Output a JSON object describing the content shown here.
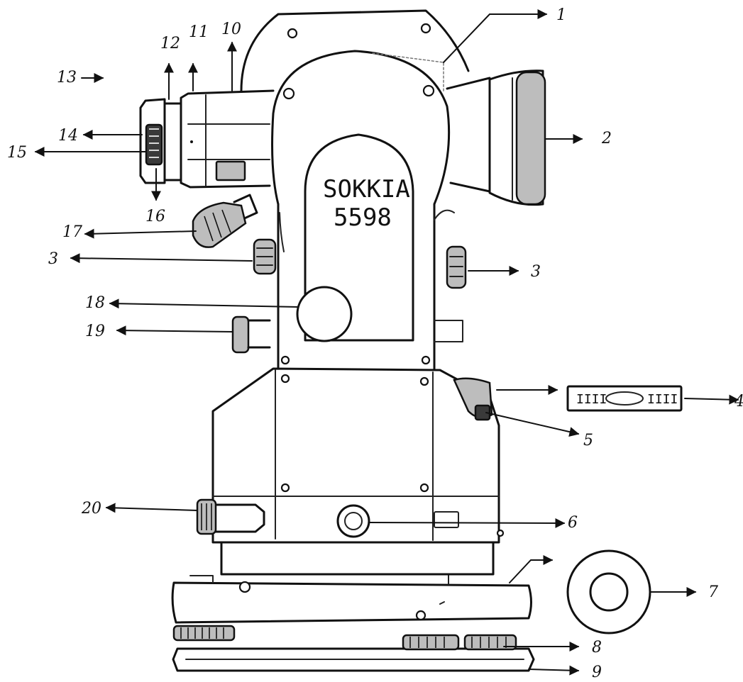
{
  "brand": {
    "name": "SOKKIA",
    "model": "5598"
  },
  "labels": [
    {
      "id": "1",
      "text": "1",
      "part": "telescope-top"
    },
    {
      "id": "2",
      "text": "2",
      "part": "objective-lens"
    },
    {
      "id": "3l",
      "text": "3",
      "part": "left-trunnion-screw"
    },
    {
      "id": "3r",
      "text": "3",
      "part": "right-trunnion-screw"
    },
    {
      "id": "4",
      "text": "4",
      "part": "plate-level-vial"
    },
    {
      "id": "5",
      "text": "5",
      "part": "level-adjust-screw"
    },
    {
      "id": "6",
      "text": "6",
      "part": "horizontal-clamp"
    },
    {
      "id": "7",
      "text": "7",
      "part": "circular-level"
    },
    {
      "id": "8",
      "text": "8",
      "part": "foot-screw"
    },
    {
      "id": "9",
      "text": "9",
      "part": "base-plate"
    },
    {
      "id": "10",
      "text": "10",
      "part": "telescope-barrel"
    },
    {
      "id": "11",
      "text": "11",
      "part": "focus-ring"
    },
    {
      "id": "12",
      "text": "12",
      "part": "eyepiece-ring"
    },
    {
      "id": "13",
      "text": "13",
      "part": "eyepiece-cap"
    },
    {
      "id": "14",
      "text": "14",
      "part": "eyepiece"
    },
    {
      "id": "15",
      "text": "15",
      "part": "diopter-ring"
    },
    {
      "id": "16",
      "text": "16",
      "part": "reticle-adjust"
    },
    {
      "id": "17",
      "text": "17",
      "part": "vertical-clamp"
    },
    {
      "id": "18",
      "text": "18",
      "part": "vertical-circle-knob"
    },
    {
      "id": "19",
      "text": "19",
      "part": "vertical-tangent-screw"
    },
    {
      "id": "20",
      "text": "20",
      "part": "horizontal-tangent-screw"
    }
  ]
}
